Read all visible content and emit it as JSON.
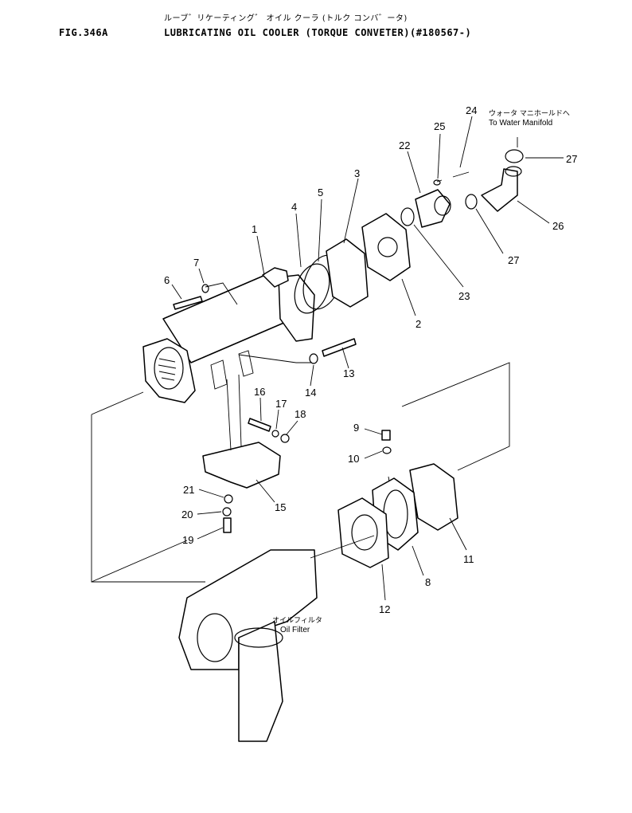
{
  "header": {
    "fig_no": "FIG.346A",
    "title_jp": "ルーブ゛リケーティング゛ オイル クーラ (トルク コンバ゛ータ)",
    "title": "LUBRICATING OIL COOLER (TORQUE CONVETER)(#180567-)"
  },
  "annotations": {
    "water_manifold_jp": "ウォータ マニホールドへ",
    "water_manifold": "To Water Manifold",
    "oil_filter_jp": "オイルフィルタ",
    "oil_filter": "Oil Filter"
  },
  "callouts": [
    "1",
    "2",
    "3",
    "4",
    "5",
    "6",
    "7",
    "8",
    "9",
    "10",
    "11",
    "12",
    "13",
    "14",
    "15",
    "16",
    "17",
    "18",
    "19",
    "20",
    "21",
    "22",
    "23",
    "24",
    "25",
    "26",
    "27",
    "27"
  ]
}
